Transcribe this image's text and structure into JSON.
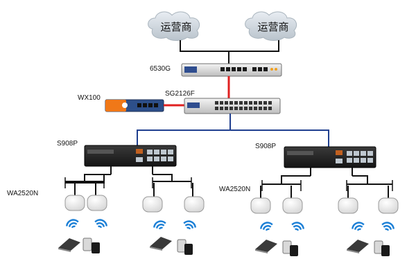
{
  "isp": {
    "left_label": "运营商",
    "right_label": "运营商"
  },
  "devices": {
    "core_router": "6530G",
    "controller": "WX100",
    "core_switch": "SG2126F",
    "poe_left": "S908P",
    "poe_right": "S908P",
    "ap_left": "WA2520N",
    "ap_right": "WA2520N"
  },
  "colors": {
    "uplink": "#111111",
    "core_link": "#e02020",
    "distribution_link": "#1f3f8f",
    "controller_orange": "#f07818",
    "switch_body": "#e6e6e6",
    "poe_body": "#2a2a2a",
    "wifi": "#1b7fd6",
    "cloud": "#cdd6de"
  }
}
